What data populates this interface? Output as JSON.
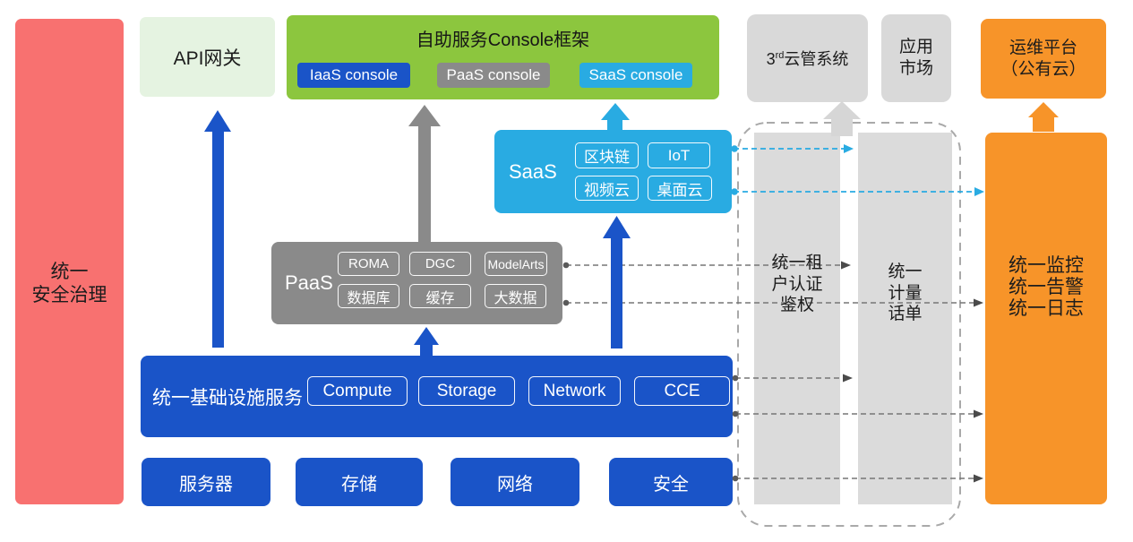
{
  "colors": {
    "blue": "#1A54C8",
    "gray": "#8A8A8A",
    "cyan": "#29ABE2",
    "green": "#8CC63E",
    "light_green": "#E5F3E1",
    "red": "#F87170",
    "light_gray": "#D9D9D9",
    "orange": "#F79429",
    "line_gray": "#767676"
  },
  "security_panel": {
    "line1": "统一",
    "line2": "安全治理"
  },
  "api_gateway": {
    "label": "API网关"
  },
  "console_frame": {
    "title": "自助服务Console框架",
    "buttons": [
      {
        "label": "IaaS console",
        "color": "#1A54C8"
      },
      {
        "label": "PaaS console",
        "color": "#8A8A8A"
      },
      {
        "label": "SaaS console",
        "color": "#29ABE2"
      }
    ]
  },
  "third_cloud": {
    "prefix": "3",
    "sup": "rd",
    "suffix": "云管系统"
  },
  "app_market": {
    "line1": "应用",
    "line2": "市场"
  },
  "ops_platform": {
    "line1": "运维平台",
    "line2": "（公有云）"
  },
  "saas": {
    "label": "SaaS",
    "chips": [
      "区块链",
      "IoT",
      "视频云",
      "桌面云"
    ]
  },
  "paas": {
    "label": "PaaS",
    "chips": [
      "ROMA",
      "DGC",
      "ModelArts",
      "数据库",
      "缓存",
      "大数据"
    ]
  },
  "infra": {
    "label": "统一基础设施服务",
    "chips": [
      "Compute",
      "Storage",
      "Network",
      "CCE"
    ]
  },
  "bottom_boxes": [
    "服务器",
    "存储",
    "网络",
    "安全"
  ],
  "auth_bar": {
    "line1": "统一租",
    "line2": "户认证",
    "line3": "鉴权"
  },
  "billing_bar": {
    "line1": "统一",
    "line2": "计量",
    "line3": "话单"
  },
  "monitor_panel": {
    "line1": "统一监控",
    "line2": "统一告警",
    "line3": "统一日志"
  }
}
